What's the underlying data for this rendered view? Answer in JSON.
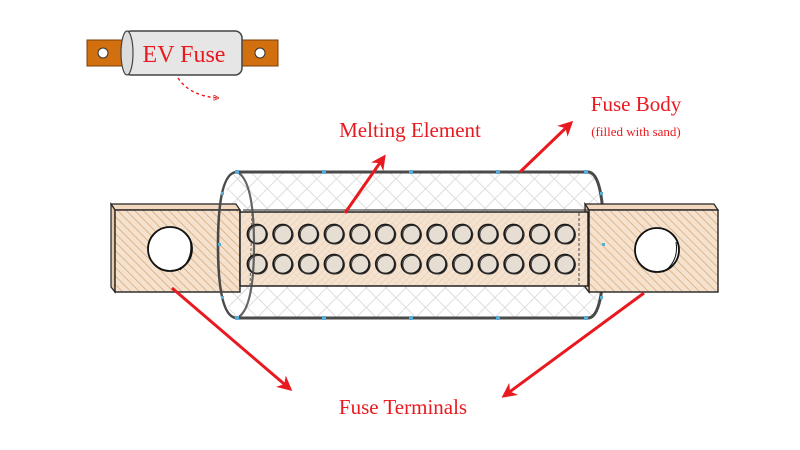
{
  "diagram": {
    "title": "EV Fuse Anatomy",
    "thumbnail": {
      "label": "EV Fuse"
    },
    "labels": {
      "melting_element": "Melting Element",
      "fuse_body": "Fuse Body",
      "fuse_body_note": "(filled with sand)",
      "fuse_terminals": "Fuse Terminals"
    },
    "element": {
      "hole_rows": 2,
      "holes_per_row": 13
    },
    "colors": {
      "label_red": "#e8191f",
      "terminal_fill": "#f3dcc4",
      "terminal_hatch": "#d9a36e",
      "thumb_terminal": "#d2700f",
      "thumb_body": "#e6e6e6",
      "body_outline": "#4a4a4a",
      "body_hatch": "#d3d3d3",
      "accent_blue": "#5aaed6"
    }
  }
}
